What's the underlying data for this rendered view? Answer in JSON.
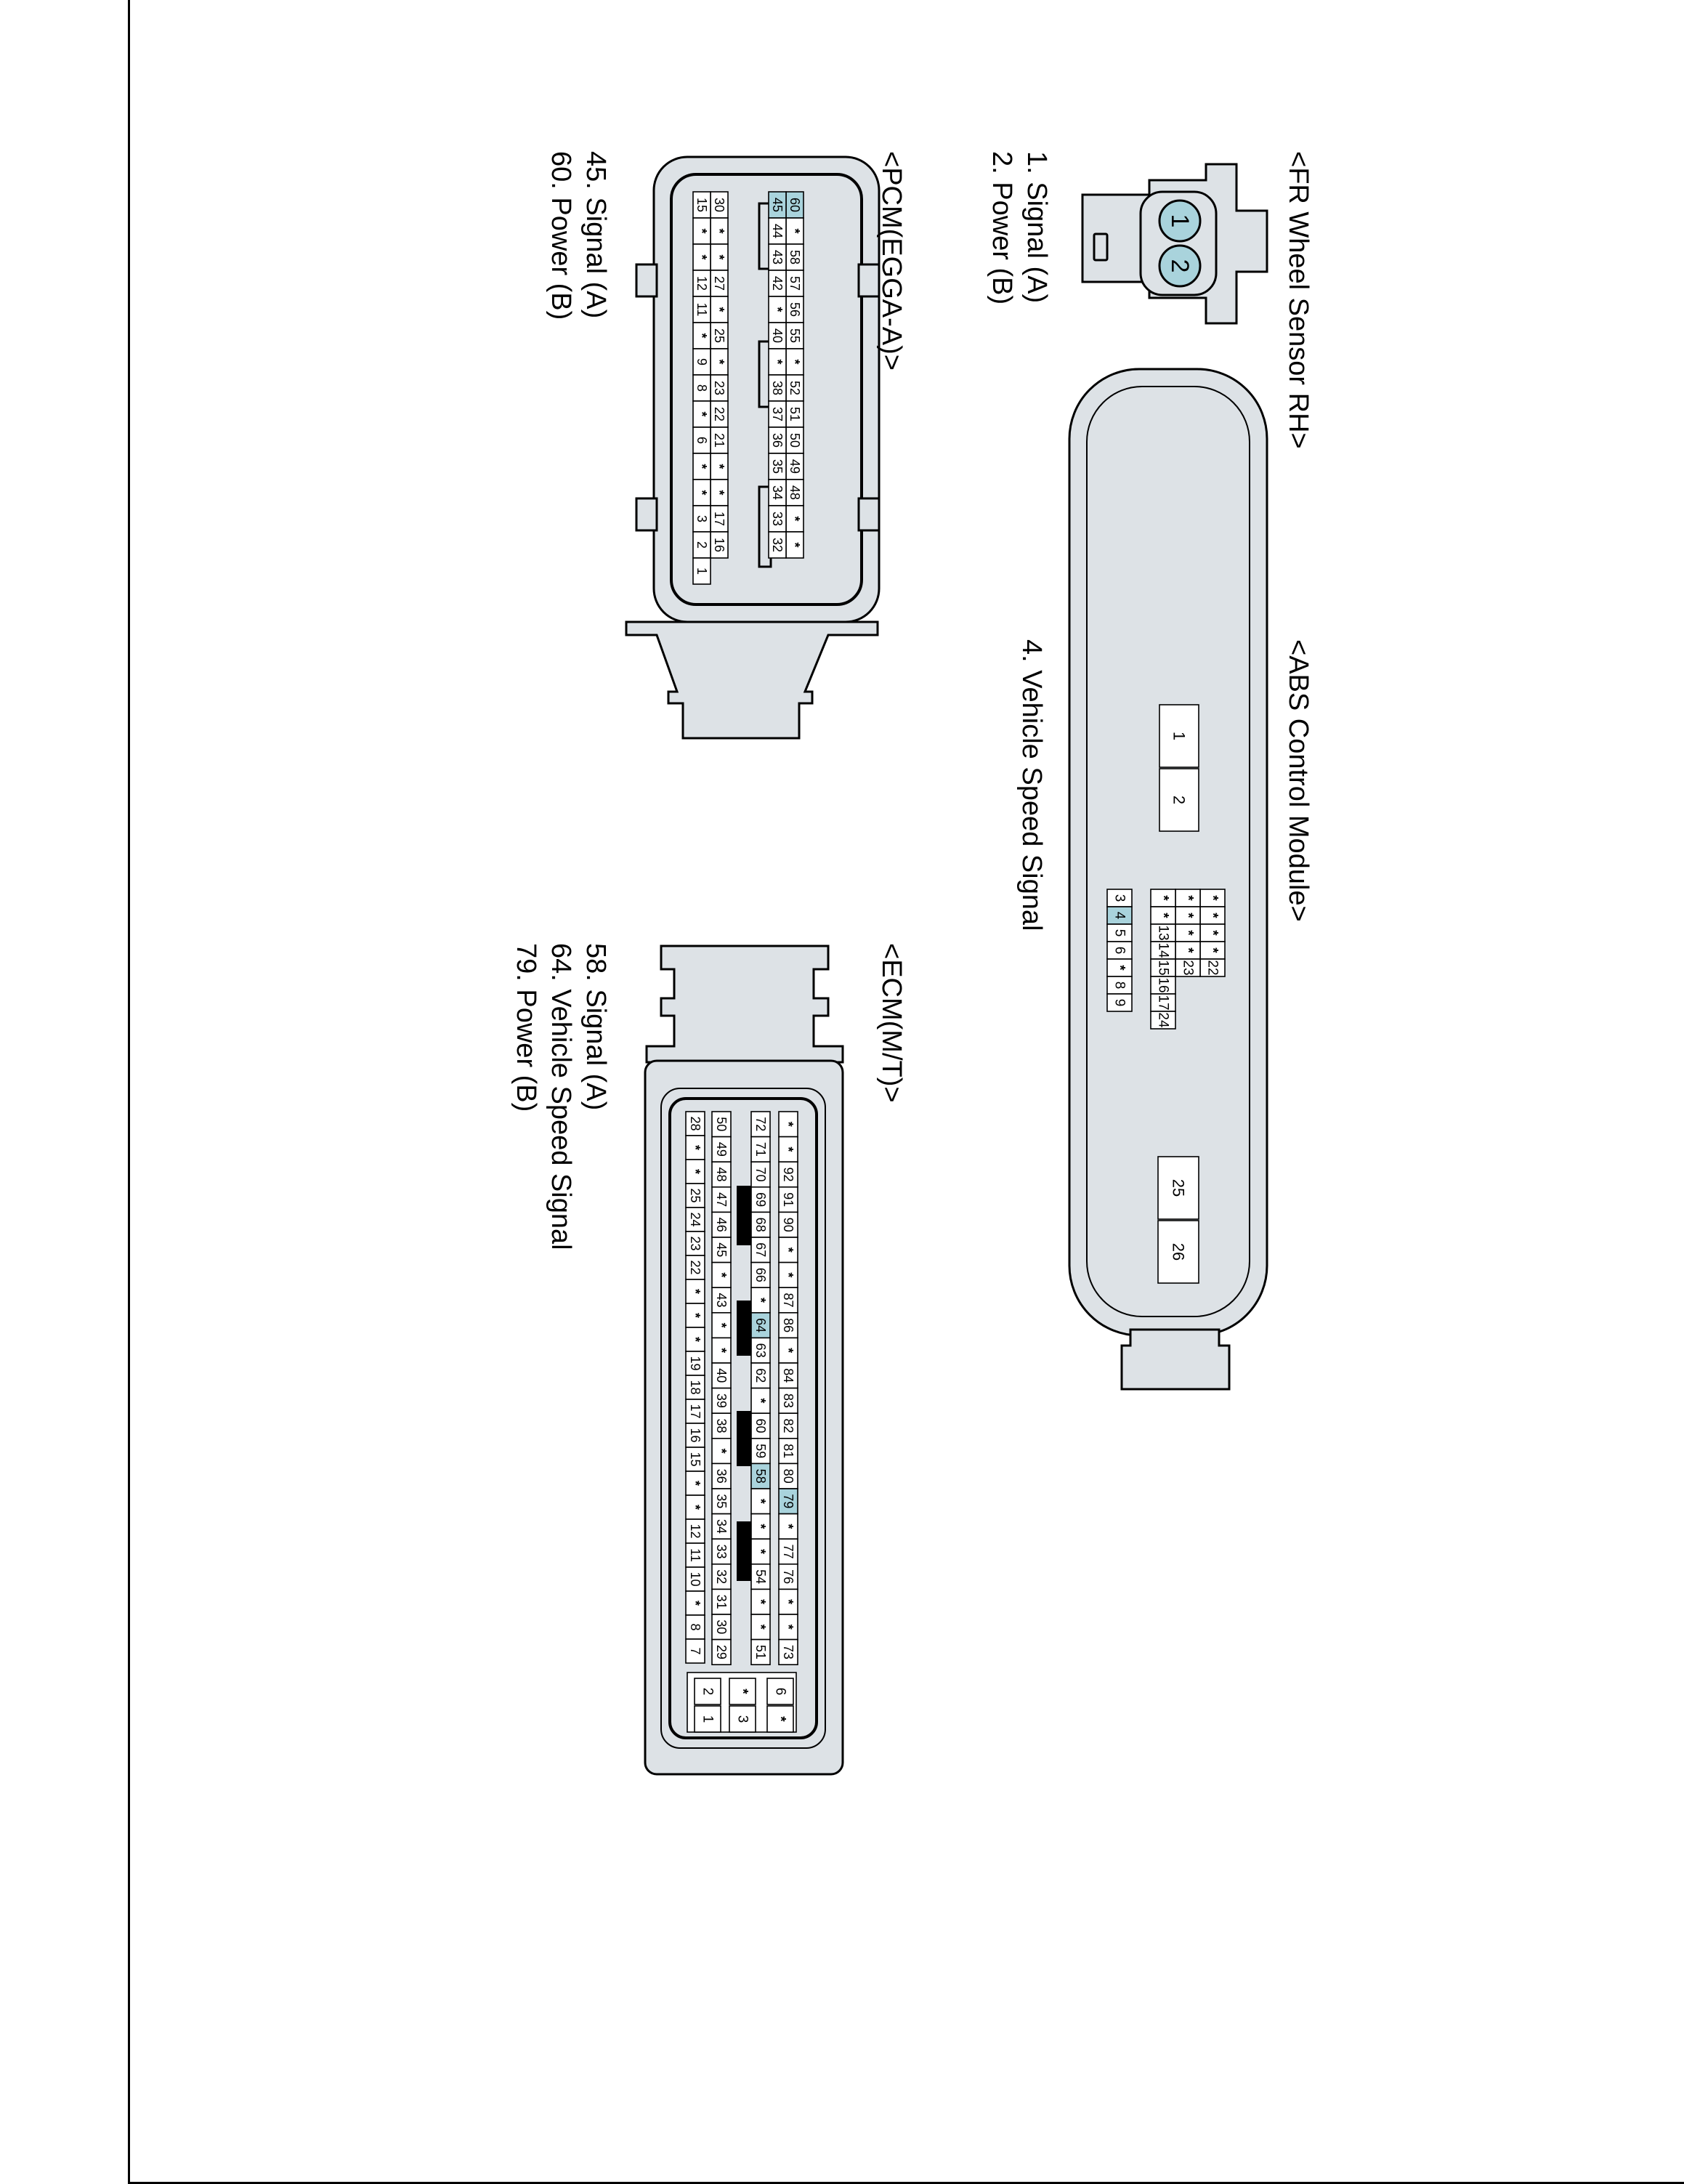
{
  "colors": {
    "highlight": "#a9d3dc",
    "shell": "#dde2e6",
    "line": "#000000"
  },
  "fr_sensor": {
    "title": "<FR Wheel Sensor RH>",
    "pins": [
      "1",
      "2"
    ],
    "legend": [
      "1. Signal (A)",
      "2. Power (B)"
    ]
  },
  "abs": {
    "title": "<ABS Control Module>",
    "big_pins_top": [
      "1",
      "2"
    ],
    "small_row_a": [
      "*",
      "*",
      "*",
      "*",
      "22"
    ],
    "small_row_b": [
      "*",
      "*",
      "*",
      "*",
      "23"
    ],
    "small_row_c": [
      "*",
      "*",
      "13",
      "14",
      "15",
      "16",
      "17",
      "24"
    ],
    "pins_3_9": [
      "3",
      "4",
      "5",
      "6",
      "*",
      "8",
      "9"
    ],
    "highlighted": [
      "4"
    ],
    "big_pins_bottom": [
      "25",
      "26"
    ],
    "legend": [
      "4. Vehicle Speed Signal"
    ]
  },
  "pcm": {
    "title": "<PCM(EGGA-A)>",
    "rows": [
      [
        "60",
        "*",
        "58",
        "57",
        "56",
        "55",
        "*",
        "52",
        "51",
        "50",
        "49",
        "48",
        "*",
        "*"
      ],
      [
        "45",
        "44",
        "43",
        "42",
        "*",
        "40",
        "*",
        "38",
        "37",
        "36",
        "35",
        "34",
        "33",
        "32"
      ],
      [
        "30",
        "*",
        "*",
        "27",
        "*",
        "25",
        "*",
        "23",
        "22",
        "21",
        "*",
        "*",
        "17",
        "16"
      ],
      [
        "15",
        "*",
        "*",
        "12",
        "11",
        "*",
        "9",
        "8",
        "*",
        "6",
        "*",
        "*",
        "3",
        "2",
        "1"
      ]
    ],
    "highlighted": [
      "60",
      "45"
    ],
    "legend": [
      "45. Signal (A)",
      "60. Power (B)"
    ]
  },
  "ecm": {
    "title": "<ECM(M/T)>",
    "rows": [
      [
        "*",
        "*",
        "92",
        "91",
        "90",
        "*",
        "*",
        "87",
        "86",
        "*",
        "84",
        "83",
        "82",
        "81",
        "80",
        "79",
        "*",
        "77",
        "76",
        "*",
        "*",
        "73"
      ],
      [
        "72",
        "71",
        "70",
        "69",
        "68",
        "67",
        "66",
        "*",
        "64",
        "63",
        "62",
        "*",
        "60",
        "59",
        "58",
        "*",
        "*",
        "*",
        "54",
        "*",
        "*",
        "51"
      ],
      [
        "50",
        "49",
        "48",
        "47",
        "46",
        "45",
        "*",
        "43",
        "*",
        "*",
        "40",
        "39",
        "38",
        "*",
        "36",
        "35",
        "34",
        "33",
        "32",
        "31",
        "30",
        "29"
      ],
      [
        "28",
        "*",
        "*",
        "25",
        "24",
        "23",
        "22",
        "*",
        "*",
        "*",
        "19",
        "18",
        "17",
        "16",
        "15",
        "*",
        "*",
        "12",
        "11",
        "10",
        "*",
        "8",
        "7"
      ]
    ],
    "aux_pins": [
      [
        "6",
        "*"
      ],
      [
        "*",
        "3"
      ],
      [
        "2",
        "1"
      ]
    ],
    "highlighted": [
      "79",
      "64",
      "58"
    ],
    "legend": [
      "58. Signal (A)",
      "64. Vehicle Speed Signal",
      "79. Power (B)"
    ]
  }
}
